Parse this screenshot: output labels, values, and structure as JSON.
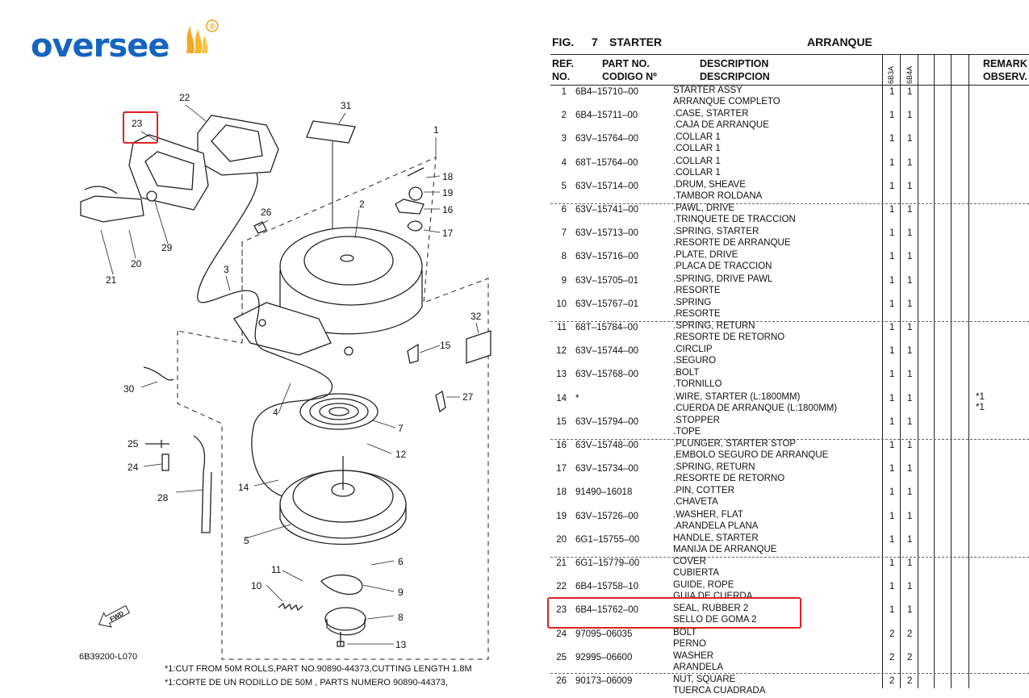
{
  "brand": {
    "logo_text": "oversee",
    "registered_mark": "®"
  },
  "figure": {
    "label": "FIG.",
    "number": "7",
    "title_en": "STARTER",
    "title_es": "ARRANQUE"
  },
  "diagram": {
    "callouts": [
      "1",
      "2",
      "3",
      "4",
      "5",
      "6",
      "7",
      "8",
      "9",
      "10",
      "11",
      "12",
      "13",
      "14",
      "15",
      "16",
      "17",
      "18",
      "19",
      "20",
      "21",
      "22",
      "23",
      "24",
      "25",
      "26",
      "27",
      "28",
      "29",
      "30",
      "31",
      "32"
    ],
    "code": "6B39200-L070",
    "fwd_label": "FWD",
    "highlighted_callout": "23",
    "footnote_en": "*1:CUT FROM 50M ROLLS,PART NO.90890-44373,CUTTING LENGTH 1.8M",
    "footnote_es": "*1:CORTE DE UN RODILLO DE 50M , PARTS NUMERO 90890-44373,"
  },
  "table": {
    "headers": {
      "ref_en": "REF.",
      "ref_es": "NO.",
      "part_en": "PART NO.",
      "part_es": "CODIGO Nº",
      "desc_en": "DESCRIPTION",
      "desc_es": "DESCRIPCION",
      "model1": "6B3A",
      "model2": "6B4A",
      "remarks_en": "REMARK",
      "remarks_es": "OBSERV."
    },
    "rows": [
      {
        "no": "1",
        "part": "6B4–15710–00",
        "en": "STARTER ASSY",
        "es": "ARRANQUE COMPLETO",
        "q1": "1",
        "q2": "1",
        "r1": "",
        "r2": ""
      },
      {
        "no": "2",
        "part": "6B4–15711–00",
        "en": ".CASE, STARTER",
        "es": ".CAJA  DE ARRANQUE",
        "q1": "1",
        "q2": "1",
        "r1": "",
        "r2": ""
      },
      {
        "no": "3",
        "part": "63V–15764–00",
        "en": ".COLLAR 1",
        "es": ".COLLAR 1",
        "q1": "1",
        "q2": "1",
        "r1": "",
        "r2": ""
      },
      {
        "no": "4",
        "part": "68T–15764–00",
        "en": ".COLLAR 1",
        "es": ".COLLAR 1",
        "q1": "1",
        "q2": "1",
        "r1": "",
        "r2": ""
      },
      {
        "no": "5",
        "part": "63V–15714–00",
        "en": ".DRUM, SHEAVE",
        "es": ".TAMBOR  ROLDANA",
        "q1": "1",
        "q2": "1",
        "r1": "",
        "r2": ""
      },
      {
        "no": "6",
        "part": "63V–15741–00",
        "en": ".PAWL, DRIVE",
        "es": ".TRINQUETE DE TRACCION",
        "q1": "1",
        "q2": "1",
        "r1": "",
        "r2": ""
      },
      {
        "no": "7",
        "part": "63V–15713–00",
        "en": ".SPRING, STARTER",
        "es": ".RESORTE DE ARRANQUE",
        "q1": "1",
        "q2": "1",
        "r1": "",
        "r2": ""
      },
      {
        "no": "8",
        "part": "63V–15716–00",
        "en": ".PLATE, DRIVE",
        "es": ".PLACA  DE TRACCION",
        "q1": "1",
        "q2": "1",
        "r1": "",
        "r2": ""
      },
      {
        "no": "9",
        "part": "63V–15705–01",
        "en": ".SPRING, DRIVE PAWL",
        "es": ".RESORTE",
        "q1": "1",
        "q2": "1",
        "r1": "",
        "r2": ""
      },
      {
        "no": "10",
        "part": "63V–15767–01",
        "en": ".SPRING",
        "es": ".RESORTE",
        "q1": "1",
        "q2": "1",
        "r1": "",
        "r2": ""
      },
      {
        "no": "11",
        "part": "68T–15784–00",
        "en": ".SPRING, RETURN",
        "es": ".RESORTE  DE RETORNO",
        "q1": "1",
        "q2": "1",
        "r1": "",
        "r2": ""
      },
      {
        "no": "12",
        "part": "63V–15744–00",
        "en": ".CIRCLIP",
        "es": ".SEGURO",
        "q1": "1",
        "q2": "1",
        "r1": "",
        "r2": ""
      },
      {
        "no": "13",
        "part": "63V–15768–00",
        "en": ".BOLT",
        "es": ".TORNILLO",
        "q1": "1",
        "q2": "1",
        "r1": "",
        "r2": ""
      },
      {
        "no": "14",
        "part": "*",
        "en": ".WIRE, STARTER (L:1800MM)",
        "es": ".CUERDA  DE ARRANQUE (L:1800MM)",
        "q1": "1",
        "q2": "1",
        "r1": "*1",
        "r2": "*1"
      },
      {
        "no": "15",
        "part": "63V–15794–00",
        "en": ".STOPPER",
        "es": ".TOPE",
        "q1": "1",
        "q2": "1",
        "r1": "",
        "r2": ""
      },
      {
        "no": "16",
        "part": "63V–15748–00",
        "en": ".PLUNGER, STARTER STOP",
        "es": ".EMBOLO SEGURO DE ARRANQUE",
        "q1": "1",
        "q2": "1",
        "r1": "",
        "r2": ""
      },
      {
        "no": "17",
        "part": "63V–15734–00",
        "en": ".SPRING, RETURN",
        "es": ".RESORTE  DE RETORNO",
        "q1": "1",
        "q2": "1",
        "r1": "",
        "r2": ""
      },
      {
        "no": "18",
        "part": "91490–16018",
        "en": ".PIN, COTTER",
        "es": ".CHAVETA",
        "q1": "1",
        "q2": "1",
        "r1": "",
        "r2": ""
      },
      {
        "no": "19",
        "part": "63V–15726–00",
        "en": ".WASHER, FLAT",
        "es": ".ARANDELA PLANA",
        "q1": "1",
        "q2": "1",
        "r1": "",
        "r2": ""
      },
      {
        "no": "20",
        "part": "6G1–15755–00",
        "en": "HANDLE, STARTER",
        "es": "MANIJA  DE ARRANQUE",
        "q1": "1",
        "q2": "1",
        "r1": "",
        "r2": ""
      },
      {
        "no": "21",
        "part": "6G1–15779–00",
        "en": "COVER",
        "es": "CUBIERTA",
        "q1": "1",
        "q2": "1",
        "r1": "",
        "r2": ""
      },
      {
        "no": "22",
        "part": "6B4–15758–10",
        "en": "GUIDE, ROPE",
        "es": "GUIA  DE CUERDA",
        "q1": "1",
        "q2": "1",
        "r1": "",
        "r2": ""
      },
      {
        "no": "23",
        "part": "6B4–15762–00",
        "en": "SEAL, RUBBER 2",
        "es": "SELLO  DE GOMA 2",
        "q1": "1",
        "q2": "1",
        "r1": "",
        "r2": ""
      },
      {
        "no": "24",
        "part": "97095–06035",
        "en": "BOLT",
        "es": "PERNO",
        "q1": "2",
        "q2": "2",
        "r1": "",
        "r2": ""
      },
      {
        "no": "25",
        "part": "92995–06600",
        "en": "WASHER",
        "es": "ARANDELA",
        "q1": "2",
        "q2": "2",
        "r1": "",
        "r2": ""
      },
      {
        "no": "26",
        "part": "90173–06009",
        "en": "NUT, SQUARE",
        "es": "TUERCA  CUADRADA",
        "q1": "2",
        "q2": "2",
        "r1": "",
        "r2": ""
      }
    ]
  }
}
